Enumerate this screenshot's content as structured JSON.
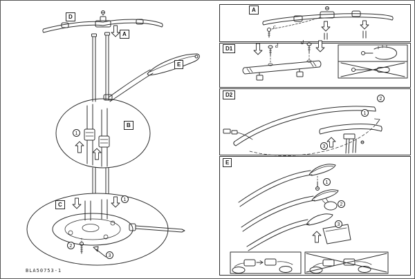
{
  "sheet": {
    "part_number": "BLA50753-1"
  },
  "labels": {
    "d": "D",
    "a_main": "A",
    "e_main": "E",
    "b": "B",
    "c": "C",
    "panel_a": "A",
    "panel_d1": "D1",
    "panel_d2": "D2",
    "panel_e": "E"
  },
  "letters": {
    "c_screw": "c",
    "d_screw_left": "d",
    "d_screw_right": "d"
  },
  "steps": {
    "b1": "1",
    "c1": "1",
    "c2": "2",
    "c3": "3",
    "d2_1": "1",
    "d2_2": "2",
    "d2_3": "3",
    "e1": "1",
    "e2": "2",
    "e3": "3"
  }
}
